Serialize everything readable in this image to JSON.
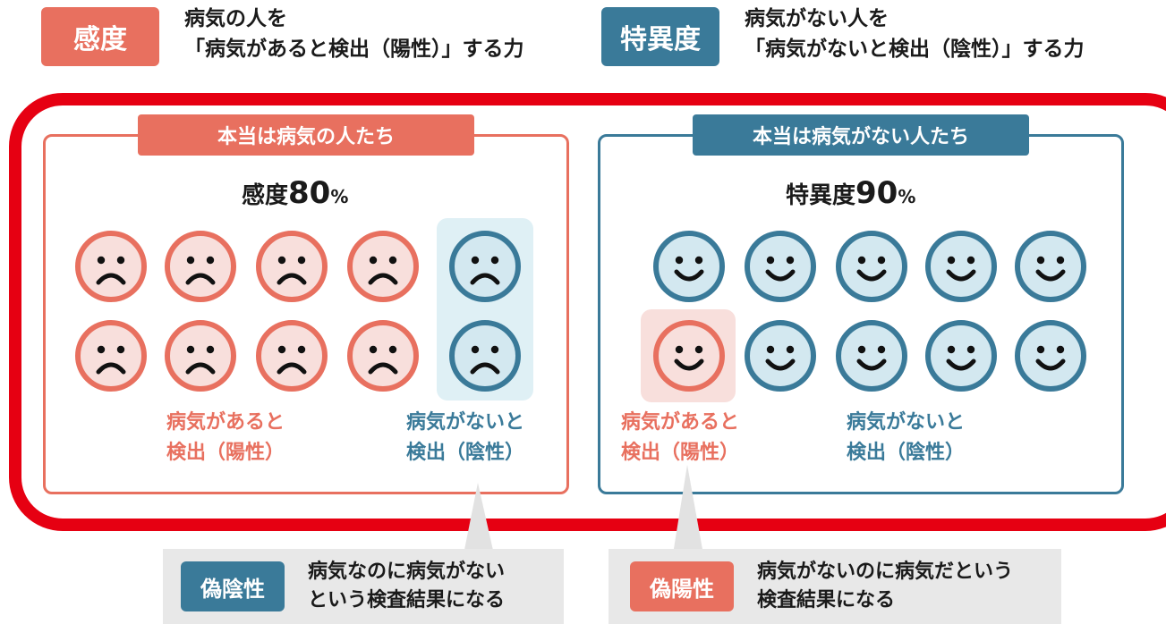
{
  "header": {
    "sensitivity_badge": "感度",
    "sensitivity_def": [
      "病気の人を",
      "「病気があると検出（陽性）」する力"
    ],
    "specificity_badge": "特異度",
    "specificity_def": [
      "病気がない人を",
      "「病気がないと検出（陰性）」する力"
    ]
  },
  "panels": {
    "sick": {
      "title": "本当は病気の人たち",
      "metric_label": "感度",
      "metric_value": "80",
      "metric_unit": "%",
      "positive_label": [
        "病気があると",
        "検出（陽性）"
      ],
      "negative_label": [
        "病気がないと",
        "検出（陰性）"
      ],
      "faces": {
        "total": 10,
        "detected_positive": 8,
        "detected_negative": 2,
        "expression": "sad"
      }
    },
    "healthy": {
      "title": "本当は病気がない人たち",
      "metric_label": "特異度",
      "metric_value": "90",
      "metric_unit": "%",
      "positive_label": [
        "病気があると",
        "検出（陽性）"
      ],
      "negative_label": [
        "病気がないと",
        "検出（陰性）"
      ],
      "faces": {
        "total": 10,
        "detected_positive": 1,
        "detected_negative": 9,
        "expression": "happy"
      }
    }
  },
  "callouts": {
    "false_negative": {
      "badge": "偽陰性",
      "desc": [
        "病気なのに病気がない",
        "という検査結果になる"
      ]
    },
    "false_positive": {
      "badge": "偽陽性",
      "desc": [
        "病気がないのに病気だという",
        "検査結果になる"
      ]
    }
  },
  "colors": {
    "red": "#e8705f",
    "red_fill": "#f8dfdc",
    "blue": "#3a7a99",
    "blue_fill": "#d3e8f0",
    "highlight_frame": "#e60012"
  }
}
